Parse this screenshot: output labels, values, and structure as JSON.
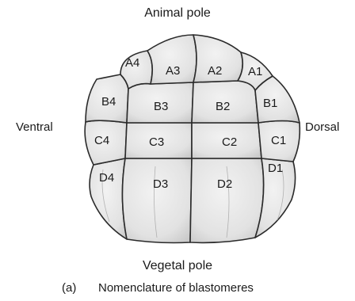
{
  "labels": {
    "animal_pole": "Animal pole",
    "vegetal_pole": "Vegetal pole",
    "ventral": "Ventral",
    "dorsal": "Dorsal"
  },
  "caption": {
    "letter": "(a)",
    "text": "Nomenclature of blastomeres"
  },
  "blastomeres": {
    "a1": "A1",
    "a2": "A2",
    "a3": "A3",
    "a4": "A4",
    "b1": "B1",
    "b2": "B2",
    "b3": "B3",
    "b4": "B4",
    "c1": "C1",
    "c2": "C2",
    "c3": "C3",
    "c4": "C4",
    "d1": "D1",
    "d2": "D2",
    "d3": "D3",
    "d4": "D4"
  },
  "colors": {
    "cell_fill": "#e4e4e4",
    "cell_stroke": "#2a2a2a",
    "text": "#1a1a1a"
  }
}
